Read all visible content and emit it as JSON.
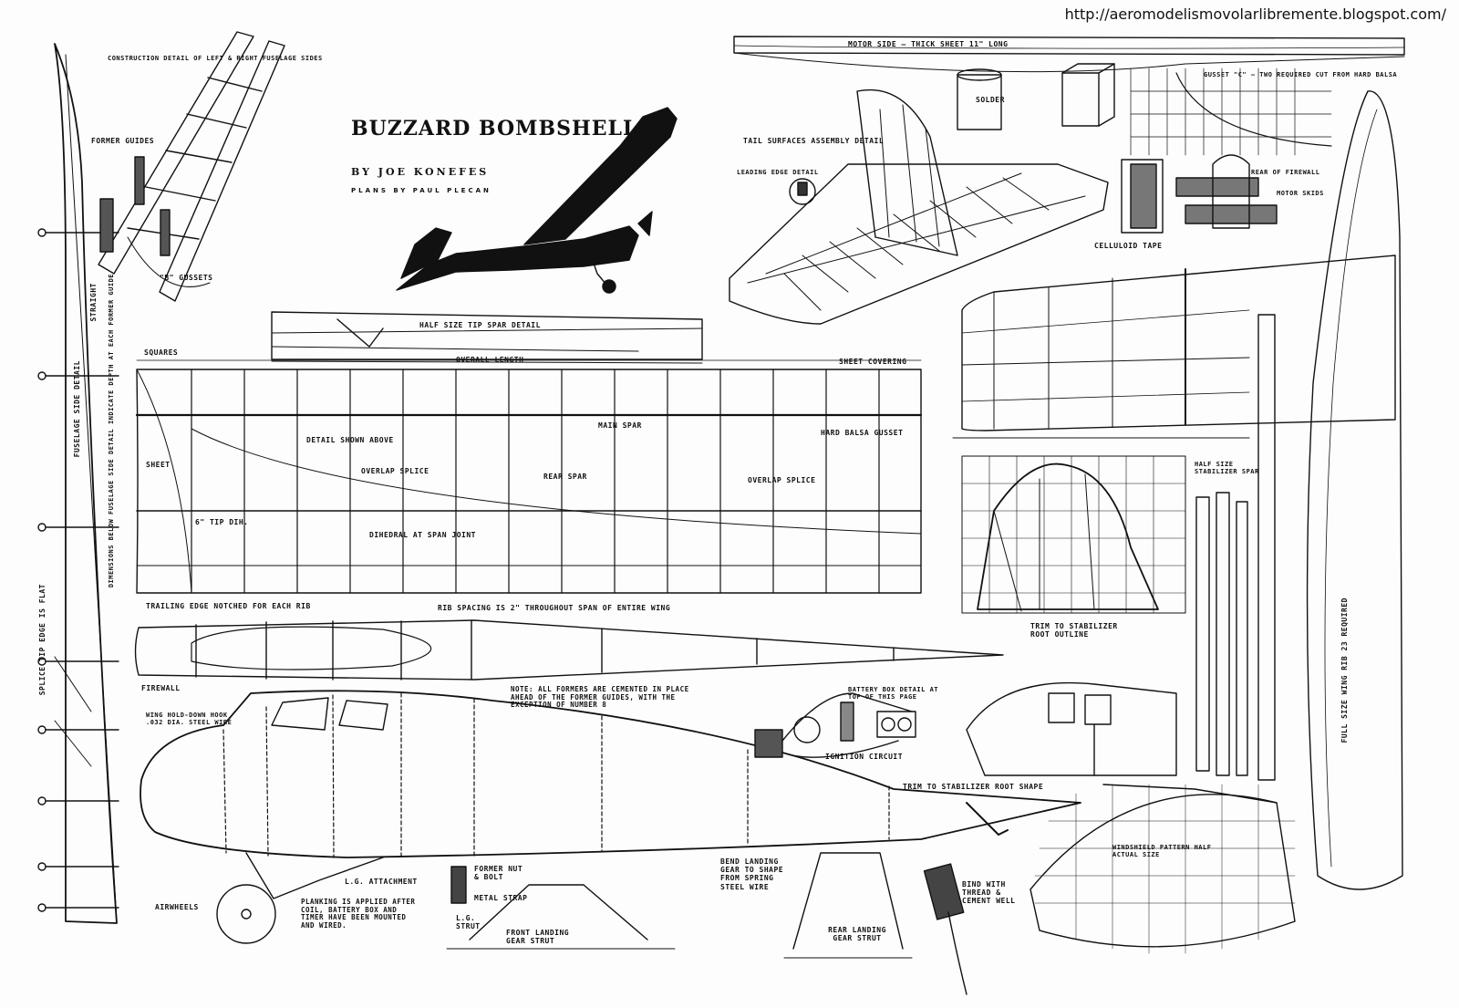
{
  "header": {
    "url": "http://aeromodelismovolarlibremente.blogspot.com/",
    "title": "BUZZARD BOMBSHELL",
    "byline": "BY JOE KONEFES",
    "plans_by": "PLANS BY PAUL PLECAN"
  },
  "labels": {
    "construction_detail": "CONSTRUCTION DETAIL OF LEFT & RIGHT FUSELAGE SIDES",
    "former_guides": "FORMER GUIDES",
    "b_gussets": "\"B\" GUSSETS",
    "tail_surfaces": "TAIL SURFACES ASSEMBLY DETAIL",
    "leading_edge_detail": "LEADING EDGE DETAIL",
    "motor_side": "MOTOR SIDE — THICK SHEET 11\" LONG",
    "gusset_c": "GUSSET \"C\" — TWO REQUIRED CUT FROM HARD BALSA",
    "squares": "SQUARES",
    "half_size_tip": "HALF SIZE TIP SPAR DETAIL",
    "overall_length": "OVERALL LENGTH",
    "sheet_covering": "SHEET COVERING",
    "detail_shown_above": "DETAIL SHOWN ABOVE",
    "overlap_splice": "OVERLAP SPLICE",
    "main_spar": "MAIN SPAR",
    "rear_spar": "REAR SPAR",
    "hard_balsa_gusset": "HARD BALSA GUSSET",
    "sheet": "SHEET",
    "tip_dih": "6\" TIP DIH.",
    "dihedral": "DIHEDRAL AT SPAN JOINT",
    "trailing_edge": "TRAILING EDGE NOTCHED FOR EACH RIB",
    "rib_spacing": "RIB SPACING IS 2\" THROUGHOUT SPAN OF ENTIRE WING",
    "firewall": "FIREWALL",
    "note_formers": "NOTE: ALL FORMERS ARE CEMENTED IN PLACE AHEAD OF THE FORMER GUIDES, WITH THE EXCEPTION OF NUMBER 8",
    "wing_hold_down": "WING HOLD-DOWN HOOK .032 DIA. STEEL WIRE",
    "battery_box": "BATTERY BOX DETAIL AT TOP OF THIS PAGE",
    "ignition_circuit": "IGNITION CIRCUIT",
    "trim_stabilizer_root": "TRIM TO STABILIZER ROOT SHAPE",
    "trim_stabilizer_outline": "TRIM TO STABILIZER ROOT OUTLINE",
    "airwheels": "AIRWHEELS",
    "planking": "PLANKING IS APPLIED AFTER COIL, BATTERY BOX AND TIMER HAVE BEEN MOUNTED AND WIRED.",
    "lg_attachment": "L.G. ATTACHMENT",
    "former_bolt": "FORMER NUT & BOLT",
    "metal_strap": "METAL STRAP",
    "lg_strut": "L.G. STRUT",
    "front_gear": "FRONT LANDING GEAR STRUT",
    "bend_gear": "BEND LANDING GEAR TO SHAPE FROM SPRING STEEL WIRE",
    "rear_gear": "REAR LANDING GEAR STRUT",
    "bind_thread": "BIND WITH THREAD & CEMENT WELL",
    "windshield": "WINDSHIELD PATTERN HALF ACTUAL SIZE",
    "half_size_stab": "HALF SIZE STABILIZER SPAR",
    "full_size_rib": "FULL SIZE WING RIB 23 REQUIRED",
    "fuselage_side_detail": "FUSELAGE SIDE DETAIL",
    "straight": "STRAIGHT",
    "celluloid_tape": "CELLULOID TAPE",
    "rear_firewall": "REAR OF FIREWALL",
    "motor skids": "MOTOR SKIDS",
    "solder": "SOLDER",
    "side_splice": "SPLICE TIP EDGE IS FLAT",
    "dims_note": "DIMENSIONS BELOW FUSELAGE SIDE DETAIL INDICATE DEPTH AT EACH FORMER GUIDE"
  }
}
